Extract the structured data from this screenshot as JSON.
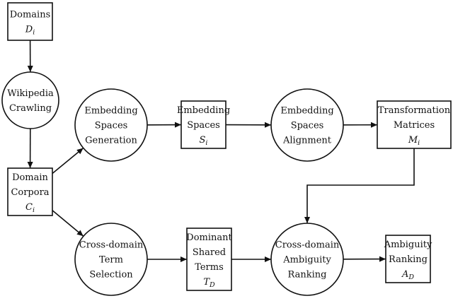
{
  "nodes": {
    "domains": {
      "lines": [
        "Domains"
      ],
      "symbol": "D",
      "sub": "i"
    },
    "wikipedia": {
      "lines": [
        "Wikipedia",
        "Crawling"
      ]
    },
    "corpora": {
      "lines": [
        "Domain",
        "Corpora"
      ],
      "symbol": "C",
      "sub": "i"
    },
    "emb_gen": {
      "lines": [
        "Embedding",
        "Spaces",
        "Generation"
      ]
    },
    "emb_spaces": {
      "lines": [
        "Embedding",
        "Spaces"
      ],
      "symbol": "S",
      "sub": "i"
    },
    "emb_align": {
      "lines": [
        "Embedding",
        "Spaces",
        "Alignment"
      ]
    },
    "transform": {
      "lines": [
        "Transformation",
        "Matrices"
      ],
      "symbol": "M",
      "sub": "i"
    },
    "term_sel": {
      "lines": [
        "Cross-domain",
        "Term",
        "Selection"
      ]
    },
    "shared_terms": {
      "lines": [
        "Dominant",
        "Shared",
        "Terms"
      ],
      "symbol": "T",
      "sub": "D"
    },
    "amb_rank": {
      "lines": [
        "Cross-domain",
        "Ambiguity",
        "Ranking"
      ]
    },
    "amb_out": {
      "lines": [
        "Ambiguity",
        "Ranking"
      ],
      "symbol": "A",
      "sub": "D"
    }
  },
  "edges": [
    [
      "domains",
      "wikipedia"
    ],
    [
      "wikipedia",
      "corpora"
    ],
    [
      "corpora",
      "emb_gen"
    ],
    [
      "corpora",
      "term_sel"
    ],
    [
      "emb_gen",
      "emb_spaces"
    ],
    [
      "emb_spaces",
      "emb_align"
    ],
    [
      "emb_align",
      "transform"
    ],
    [
      "transform",
      "amb_rank"
    ],
    [
      "term_sel",
      "shared_terms"
    ],
    [
      "shared_terms",
      "amb_rank"
    ],
    [
      "amb_rank",
      "amb_out"
    ]
  ]
}
